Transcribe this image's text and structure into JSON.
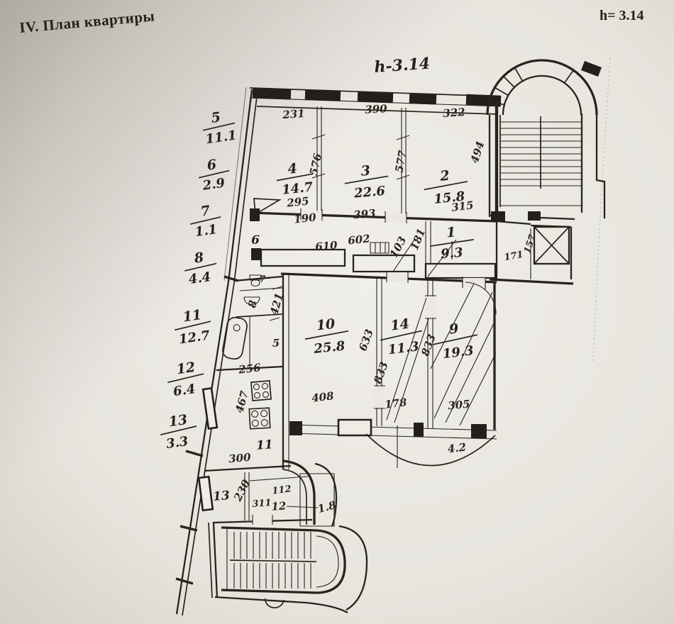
{
  "page": {
    "title": "IV. План квартиры",
    "height_note": "h= 3.14",
    "height_note_handwritten": "h-3.14"
  },
  "legend": [
    {
      "num": "5",
      "area": "11.1"
    },
    {
      "num": "6",
      "area": "2.9"
    },
    {
      "num": "7",
      "area": "1.1"
    },
    {
      "num": "8",
      "area": "4.4"
    },
    {
      "num": "11",
      "area": "12.7"
    },
    {
      "num": "12",
      "area": "6.4"
    },
    {
      "num": "13",
      "area": "3.3"
    }
  ],
  "rooms": [
    {
      "num": "4",
      "area": "14.7"
    },
    {
      "num": "3",
      "area": "22.6"
    },
    {
      "num": "2",
      "area": "15.8"
    },
    {
      "num": "1",
      "area": "9.3"
    },
    {
      "num": "10",
      "area": "25.8"
    },
    {
      "num": "14",
      "area": "11.3"
    },
    {
      "num": "9",
      "area": "19.3"
    }
  ],
  "dims": {
    "room4_width": "231",
    "room3_width": "390",
    "room2_width": "322",
    "room4_depth": "576",
    "room3_depth": "577",
    "room2_depth": "494",
    "niche295": "295",
    "door190": "190",
    "wall393": "393",
    "wall315": "315",
    "hall602": "602",
    "hall610": "610",
    "hall103": "103",
    "hall181": "181",
    "lift171": "171",
    "lift157": "157",
    "corridor_num6": "6",
    "wc_num7": "7",
    "wc_num8": "8",
    "wc421": "421",
    "corridor_num5": "5",
    "room10_depth": "633",
    "room9_depth": "833",
    "room10_depth2": "833",
    "kitchen256": "256",
    "kitchen467": "467",
    "room10_width": "408",
    "room14_width": "178",
    "room9_width": "305",
    "bay_area": "4.2",
    "kitchen_num11": "11",
    "kitchen300": "300",
    "room13_num": "13",
    "room13_230": "230",
    "lobby112": "112",
    "lobby311": "311",
    "lobby_num12": "12",
    "lobby_area18": "1.8"
  }
}
